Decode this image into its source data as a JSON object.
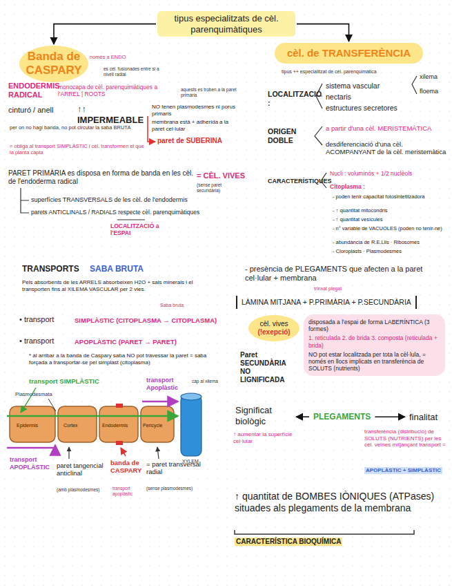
{
  "diagram": {
    "nodes": [
      {
        "text": [
          "tipus especialitzats de cèl. parenquimàtiques"
        ]
      },
      {
        "text": [
          "Banda de CASPARY"
        ]
      },
      {
        "text": [
          "cèl. de TRANSFERÈNCIA"
        ]
      },
      {
        "text": [
          "LÀMINA MITJANA + P.PRIMÀRIA + P.SECUNDÀRIA"
        ]
      },
      {
        "text": [
          "cèl. vives",
          "(!exepció)"
        ]
      },
      {
        "text": [
          "disposada a l'espai de forma LABERÍNTICA (3 formes)",
          "1. reticulada 2. de brida 3. composta (reticulada + brida)",
          "NO pot estar localitzada per tota la cèl·lula, = només en llocs implicats en transferència de SOLUTS (nutrients)"
        ]
      },
      {
        "text": [
          "Significat biològic"
        ]
      },
      {
        "text": [
          "PLEGAMENTS"
        ]
      },
      {
        "text": [
          "finalitat"
        ]
      }
    ],
    "edges": [
      {
        "from": 0,
        "to": 1,
        "arrow": "to"
      },
      {
        "from": 0,
        "to": 2,
        "arrow": "to"
      },
      {
        "from": 7,
        "to": 6,
        "arrow": "to"
      },
      {
        "from": 7,
        "to": 8,
        "arrow": "to"
      }
    ],
    "labels": [
      "només a ENDO",
      "es cèl. fusionades entre si a nivell radial",
      "ENDODERMIS RADICAL",
      "monocapa de cèl. parenquimàtiques a l'ARREL | ROOTS",
      "cinturó / anell",
      "↑↑ IMPERMEABLE",
      "aquests es troben a la paret primària",
      "NO tenen plasmodesmes ni porus primaris",
      "membrana està + adherida a la paret cel·lular",
      "per on no hagi banda, no pot circular la saba BRUTA",
      "= obliga al transport SIMPLÀSTIC i cèl. transformen el que la planta capta",
      "paret de SUBERINA",
      "PARET PRIMÀRIA es disposa en forma de banda en les cèl. de l'endoderma radical",
      "= CÈL. VIVES",
      "(sense paret secundària)",
      "superfícies TRANSVERSALS de les cèl. de l'endodermis",
      "parets ANTICLINALS / RADIALS respecte cèl. parenquimàtiques",
      "LOCALITZACIÓ a l'ESPAI",
      "TRANSPORTS",
      "SABA BRUTA",
      "Pels absorbents de les ARRELS absorbeixen H2O + sals minerals i el transporten fins al XILEMA VASCULAR per 2 vies.",
      "Saba bruta",
      "• transport",
      "SIMPLÀSTIC (CITOPLASMA → CITOPLASMA)",
      "• transport",
      "APOPLÀSTIC (PARET → PARET)",
      "* al arribar a la banda de Caspary saba NO pot travessar la paret = saba forçada a transportar-se pel simplast (citoplasma)",
      "transport SIMPLÀSTIC",
      "Plasmodesmata",
      "Epidermis",
      "Cortex",
      "Endodermis",
      "Pericycle",
      "XYLEM",
      "transport Apoplàstic",
      "cap al xilema",
      "transport APOPLÀSTIC",
      "paret tangencial anticlinal",
      "(amb plasmodesmes)",
      "banda de CASPARY",
      "= paret transversal radial",
      "(sense plasmodesmes)",
      "transport apoplàstic",
      "tipus ++ especialitzat de cèl. parenquimàtica",
      "LOCALITZACIÓ :",
      "sistema vascular",
      "xilema",
      "floema",
      "nectaris",
      "estructures secretores",
      "ORIGEN DOBLE",
      "a partir d'una cèl. MERISTEMÀTICA",
      "desdiferenciació d'una cèl. ACOMPANYANT de la cèl. meristemàtica",
      "CARACTERÍSTIQUES",
      "Nucli : voluminós + 1/2 nuclèols",
      "Citoplasma :",
      "- poden tenir capacitat fotosintetitzadora",
      "- ↑ quantitat mitocondris",
      "- ↑ quantitat vesícules",
      "- n° variable de VACUOLES (poden no tenir-ne)",
      "- abundància de R.E.Llis · Ribosomes",
      "- Cloroplasts · Plasmodesmes",
      "- presència de PLEGAMENTS que afecten a la paret cel·lular + membrana",
      "trinxat plegat",
      "Paret SECUNDÀRIA NO LIGNIFICADA",
      "↑ aumentar la superfície cel·lular",
      "transferència (distribució) de SOLUTS (NUTRIENTS) per les cèl. veïnes mitjançant transport =",
      "APOPLÀSTIC + SIMPLÀSTIC",
      "↑ quantitat de BOMBES IÒNIQUES (ATPases) situades als plegaments de la membrana",
      "CARACTERÍSTICA BIOQUÍMICA"
    ]
  }
}
